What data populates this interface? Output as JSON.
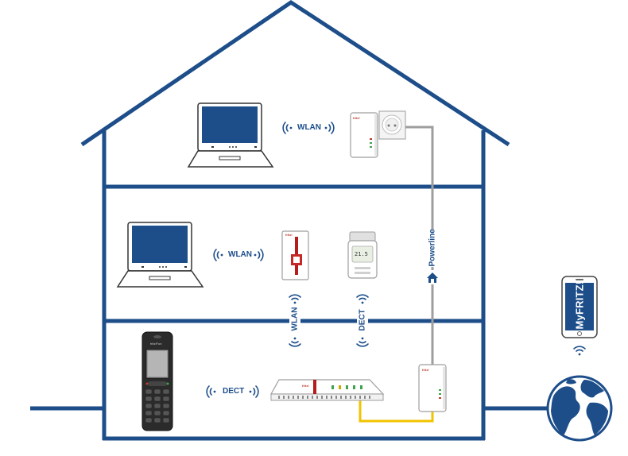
{
  "labels": {
    "wlan_top": "WLAN",
    "wlan_mid": "WLAN",
    "wlan_vertical": "WLAN",
    "dect_vertical": "DECT",
    "dect_bottom": "DECT",
    "powerline": "Powerline",
    "myfritz": "MyFRITZ!"
  },
  "devices": {
    "plug_brand": "fritz!",
    "repeater_brand": "fritz!",
    "powerline_brand": "fritz!",
    "router_brand": "fritz!",
    "handset_brand": "fritz!Fon",
    "thermostat_temp": "21.5"
  },
  "colors": {
    "house_line": "#1d4e8a",
    "powerline_cable": "#9e9e9e",
    "lan_cable": "#f2c300",
    "screen_blue": "#1d4e8a",
    "brand_red": "#c0392b"
  }
}
